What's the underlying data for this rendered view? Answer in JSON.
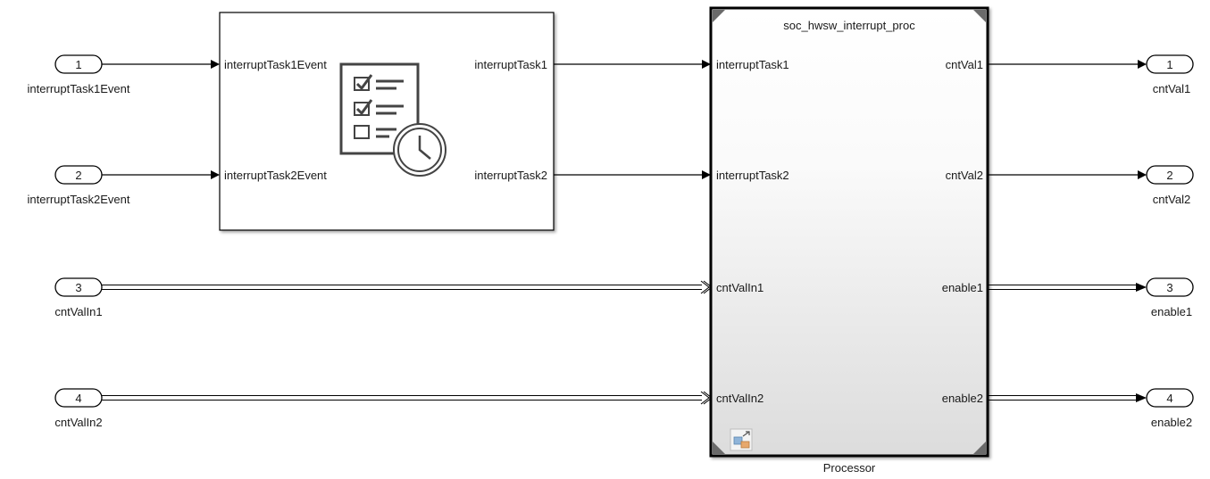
{
  "inports": [
    {
      "number": "1",
      "label": "interruptTask1Event"
    },
    {
      "number": "2",
      "label": "interruptTask2Event"
    },
    {
      "number": "3",
      "label": "cntValIn1"
    },
    {
      "number": "4",
      "label": "cntValIn2"
    }
  ],
  "outports": [
    {
      "number": "1",
      "label": "cntVal1"
    },
    {
      "number": "2",
      "label": "cntVal2"
    },
    {
      "number": "3",
      "label": "enable1"
    },
    {
      "number": "4",
      "label": "enable2"
    }
  ],
  "scheduler_block": {
    "inputs": [
      "interruptTask1Event",
      "interruptTask2Event"
    ],
    "outputs": [
      "interruptTask1",
      "interruptTask2"
    ],
    "icon": "task-schedule-clock-icon"
  },
  "processor_block": {
    "header": "soc_hwsw_interrupt_proc",
    "name": "Processor",
    "inputs": [
      "interruptTask1",
      "interruptTask2",
      "cntValIn1",
      "cntValIn2"
    ],
    "outputs": [
      "cntVal1",
      "cntVal2",
      "enable1",
      "enable2"
    ],
    "badge_icon": "model-reference-badge-icon"
  }
}
